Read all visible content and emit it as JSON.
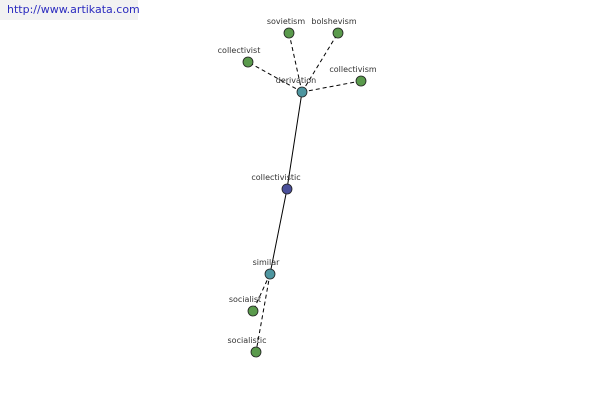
{
  "watermark": {
    "text": "http://www.artikata.com"
  },
  "colors": {
    "leaf_node": "#5a9a4c",
    "hub_node": "#4e96a0",
    "root_node": "#4a4f9a",
    "edge": "#000000",
    "node_stroke": "#1f1f1f"
  },
  "nodes": [
    {
      "id": "sovietism",
      "label": "sovietism",
      "kind": "leaf"
    },
    {
      "id": "bolshevism",
      "label": "bolshevism",
      "kind": "leaf"
    },
    {
      "id": "collectivist",
      "label": "collectivist",
      "kind": "leaf"
    },
    {
      "id": "collectivism",
      "label": "collectivism",
      "kind": "leaf"
    },
    {
      "id": "derivation",
      "label": "derivation",
      "kind": "hub"
    },
    {
      "id": "collectivistic",
      "label": "collectivistic",
      "kind": "root"
    },
    {
      "id": "similar",
      "label": "similar",
      "kind": "hub"
    },
    {
      "id": "socialist",
      "label": "socialist",
      "kind": "leaf"
    },
    {
      "id": "socialistic",
      "label": "socialistic",
      "kind": "leaf"
    }
  ],
  "edges": [
    {
      "from": "derivation",
      "to": "sovietism",
      "style": "dashed"
    },
    {
      "from": "derivation",
      "to": "bolshevism",
      "style": "dashed"
    },
    {
      "from": "derivation",
      "to": "collectivist",
      "style": "dashed"
    },
    {
      "from": "derivation",
      "to": "collectivism",
      "style": "dashed"
    },
    {
      "from": "collectivistic",
      "to": "derivation",
      "style": "solid"
    },
    {
      "from": "collectivistic",
      "to": "similar",
      "style": "solid"
    },
    {
      "from": "similar",
      "to": "socialist",
      "style": "dashed"
    },
    {
      "from": "similar",
      "to": "socialistic",
      "style": "dashed"
    }
  ]
}
